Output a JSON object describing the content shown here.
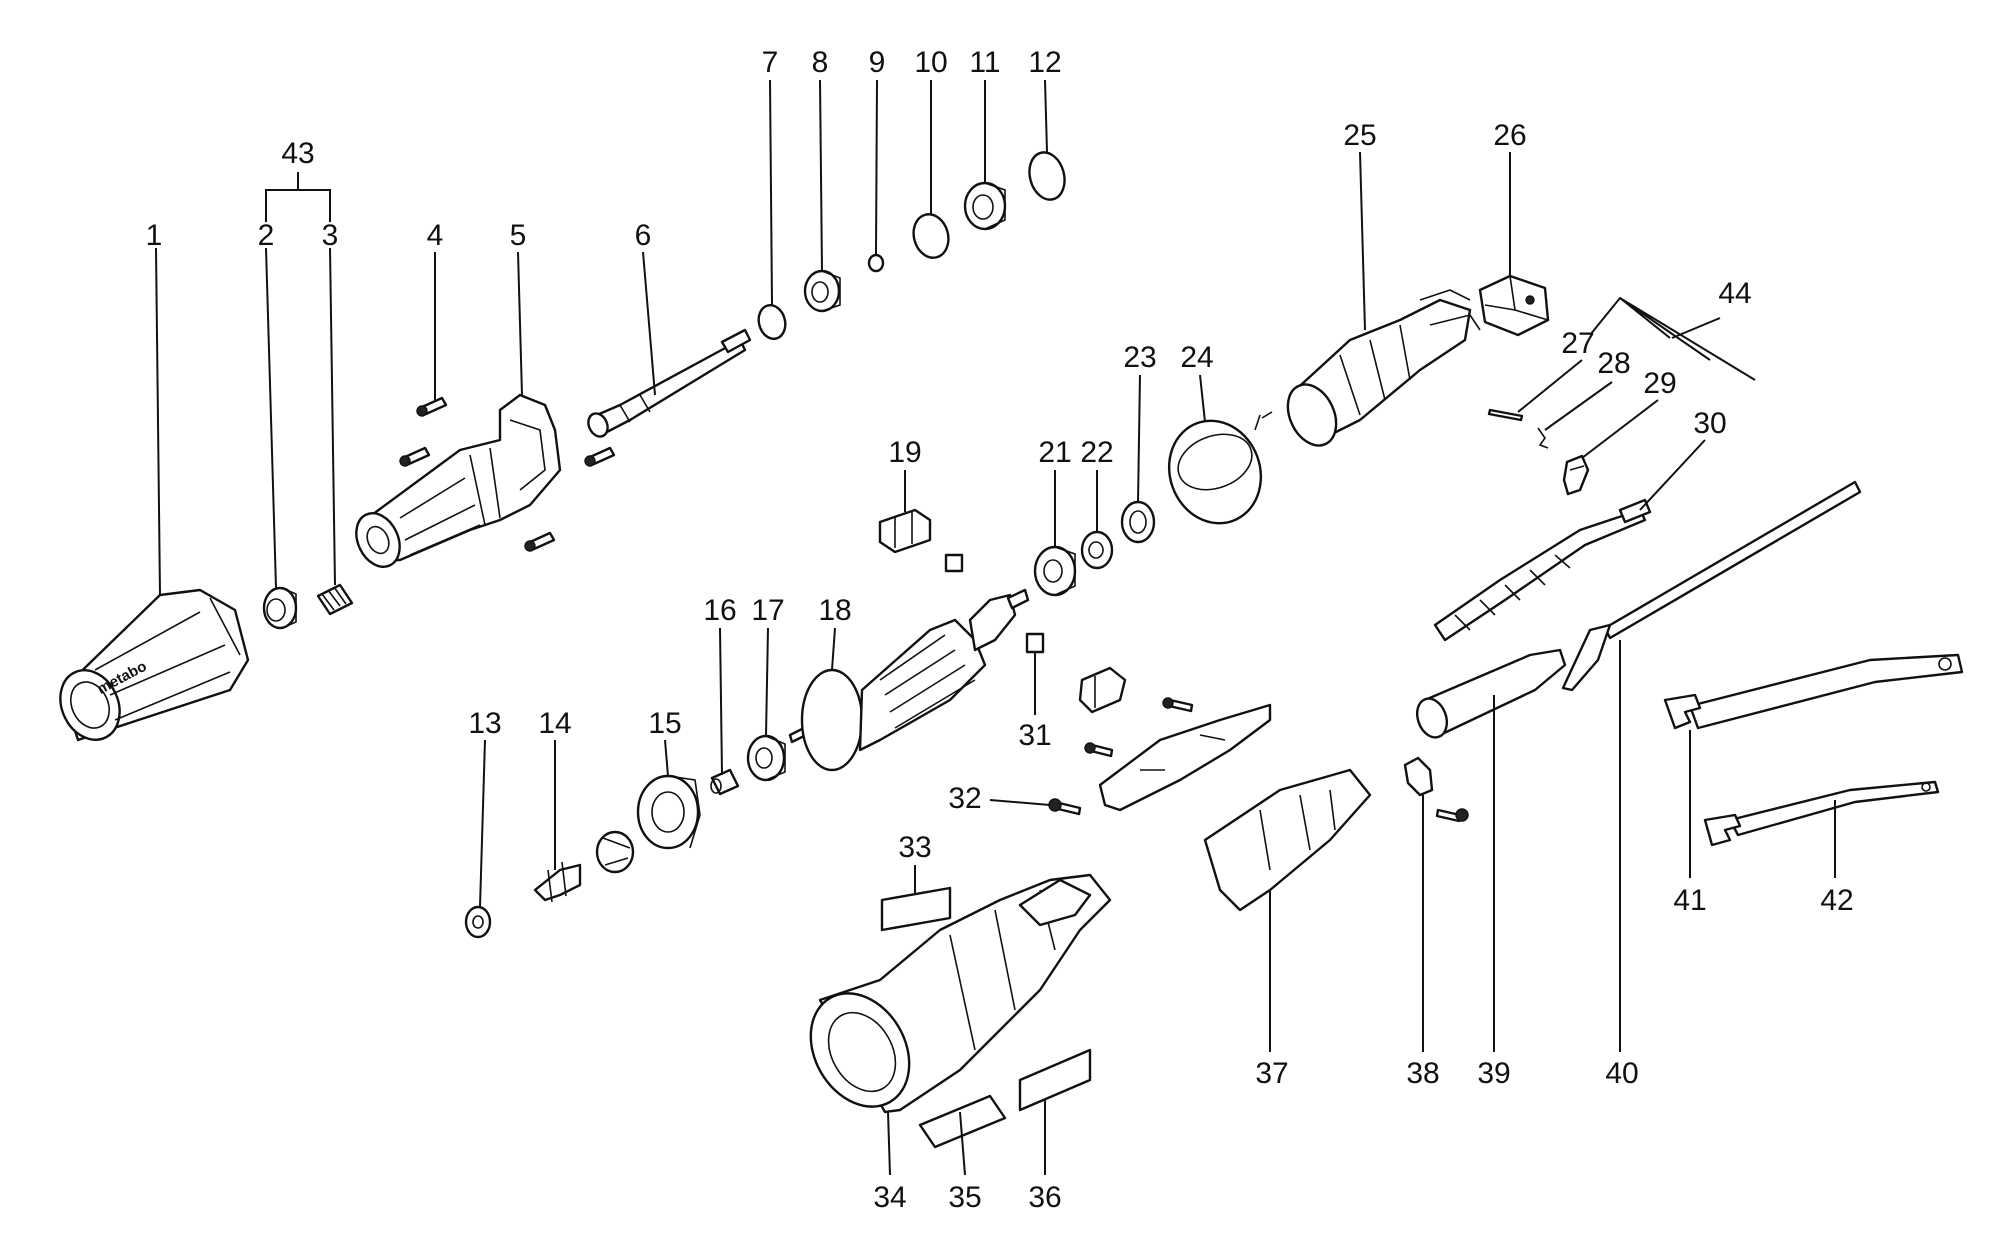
{
  "callouts": {
    "c1": "1",
    "c2": "2",
    "c3": "3",
    "c4": "4",
    "c5": "5",
    "c6": "6",
    "c7": "7",
    "c8": "8",
    "c9": "9",
    "c10": "10",
    "c11": "11",
    "c12": "12",
    "c13": "13",
    "c14": "14",
    "c15": "15",
    "c16": "16",
    "c17": "17",
    "c18": "18",
    "c19": "19",
    "c21": "21",
    "c22": "22",
    "c23": "23",
    "c24": "24",
    "c25": "25",
    "c26": "26",
    "c27": "27",
    "c28": "28",
    "c29": "29",
    "c30": "30",
    "c31": "31",
    "c32": "32",
    "c33": "33",
    "c34": "34",
    "c35": "35",
    "c36": "36",
    "c37": "37",
    "c38": "38",
    "c39": "39",
    "c40": "40",
    "c41": "41",
    "c42": "42",
    "c43": "43",
    "c44": "44"
  },
  "brand_text": "metabo"
}
